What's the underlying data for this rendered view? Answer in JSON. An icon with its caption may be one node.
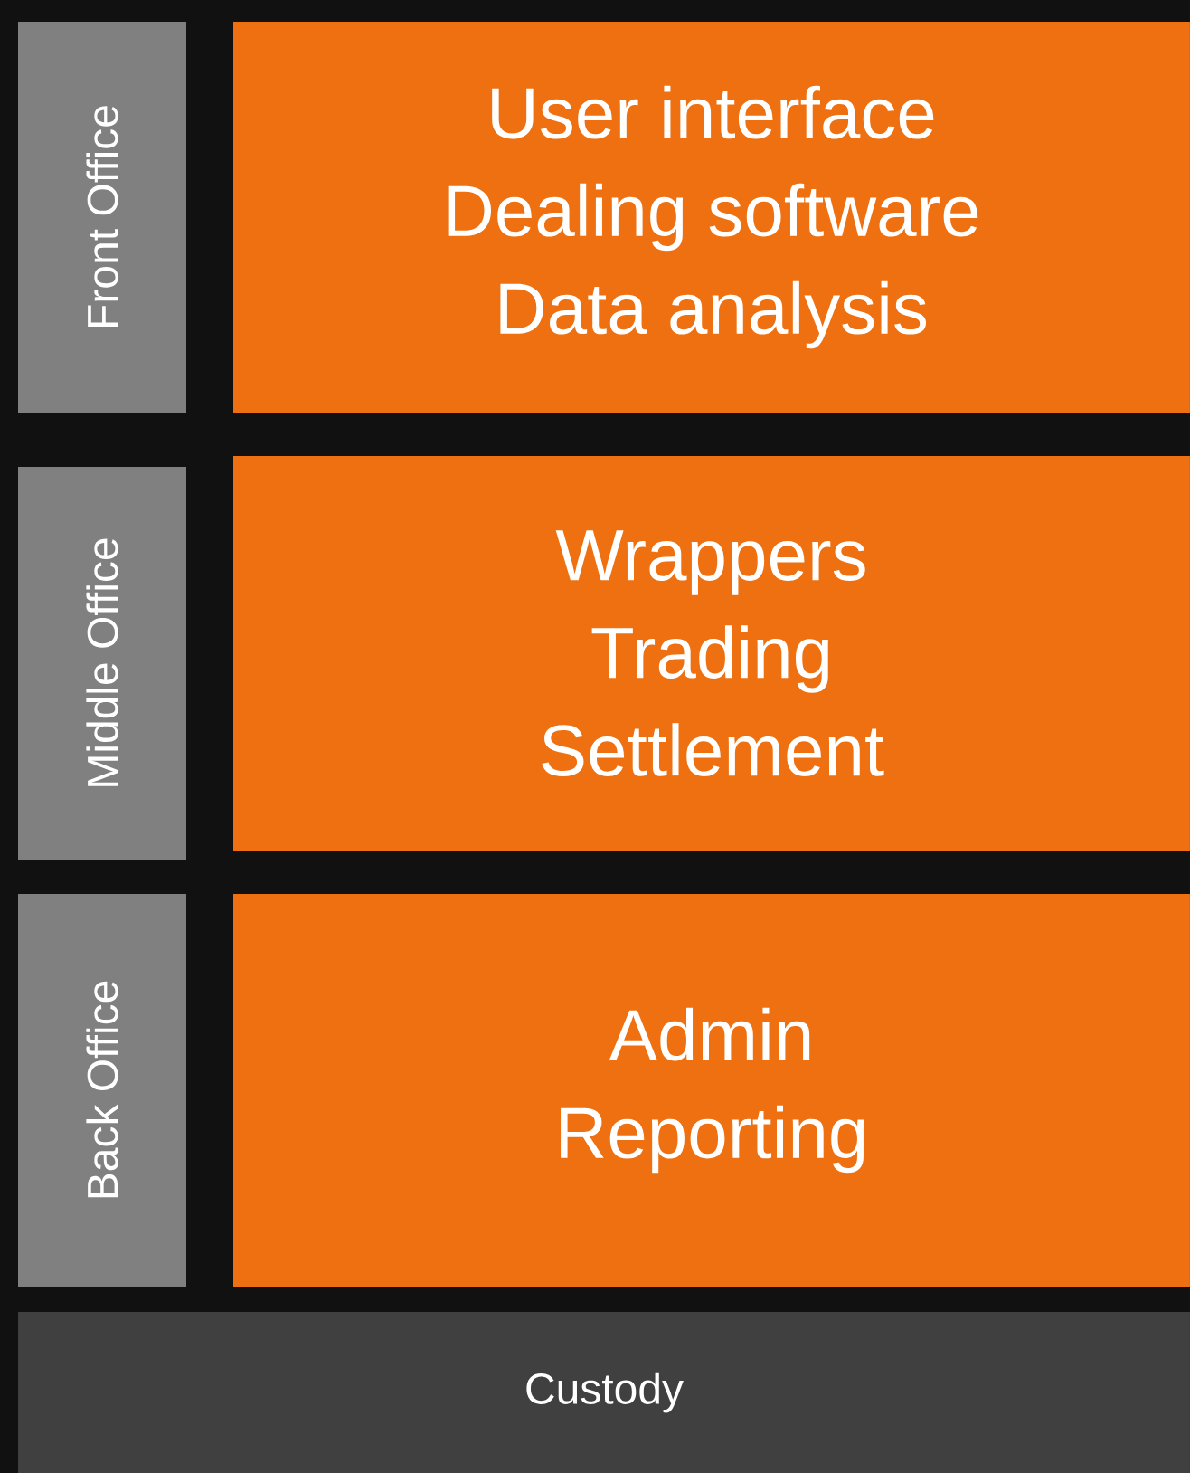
{
  "diagram": {
    "nodes": [
      {
        "text": [
          "Front Office"
        ]
      },
      {
        "text": [
          "User interface",
          "Dealing software",
          "Data analysis"
        ]
      },
      {
        "text": [
          "Middle Office"
        ]
      },
      {
        "text": [
          "Wrappers",
          "Trading",
          "Settlement"
        ]
      },
      {
        "text": [
          "Back Office"
        ]
      },
      {
        "text": [
          "Admin",
          "Reporting"
        ]
      },
      {
        "text": [
          "Custody"
        ]
      }
    ]
  }
}
